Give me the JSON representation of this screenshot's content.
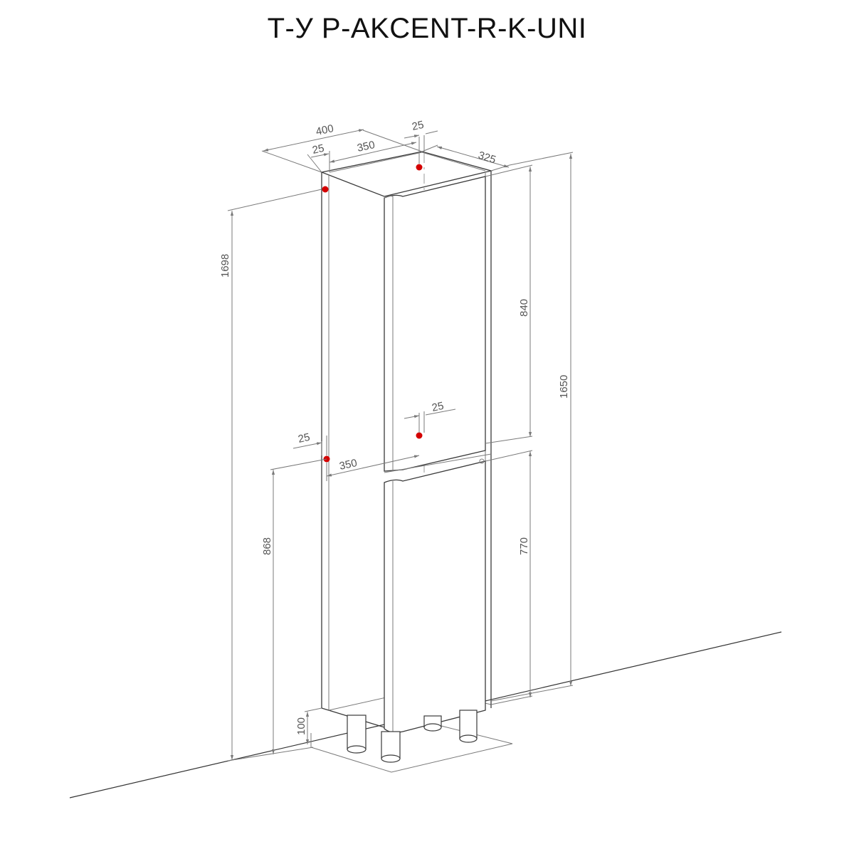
{
  "title": "Т-У P-AKCENT-R-K-UNI",
  "colors": {
    "marker": "#d40000",
    "line": "#3a3a3a",
    "dimension": "#7a7a7a"
  },
  "dimensions": {
    "top_width": "400",
    "top_left_side": "25",
    "top_inner": "350",
    "top_right_side": "25",
    "depth": "325",
    "total_height": "1698",
    "upper_door": "840",
    "cabinet_height": "1650",
    "mid_right_side": "25",
    "mid_left_side": "25",
    "mid_inner": "350",
    "mid_height": "868",
    "lower_door": "770",
    "legs_height": "100"
  }
}
